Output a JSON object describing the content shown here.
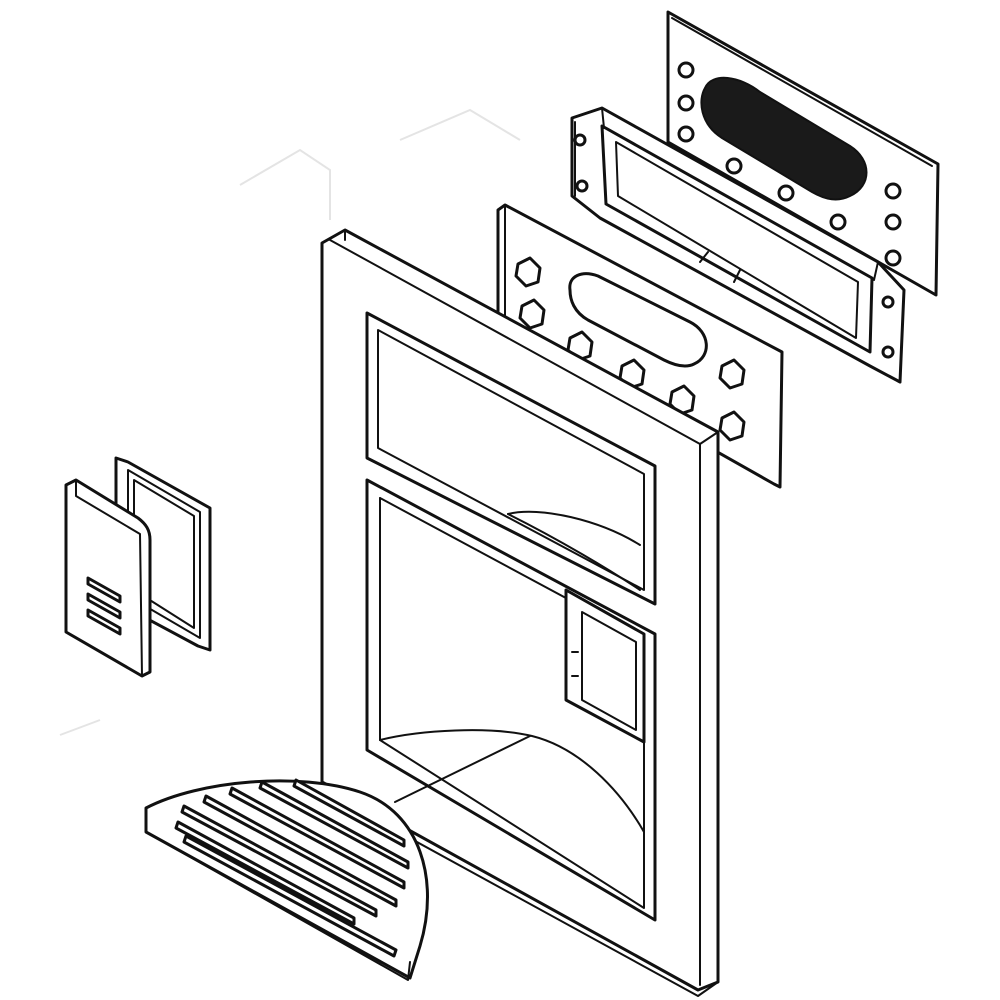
{
  "diagram": {
    "line_color": "#111111",
    "background_color": "#ffffff",
    "parts": [
      {
        "id": "dispenser-housing-frame",
        "icon": "frame-icon"
      },
      {
        "id": "control-board-bracket",
        "icon": "bracket-icon"
      },
      {
        "id": "membrane-panel",
        "icon": "panel-icon"
      },
      {
        "id": "control-panel-plate",
        "icon": "panel-icon"
      },
      {
        "id": "dispenser-door-cover",
        "icon": "door-icon"
      },
      {
        "id": "dispenser-door-frame",
        "icon": "door-frame-icon"
      },
      {
        "id": "drip-tray-grille",
        "icon": "grille-icon"
      }
    ]
  }
}
